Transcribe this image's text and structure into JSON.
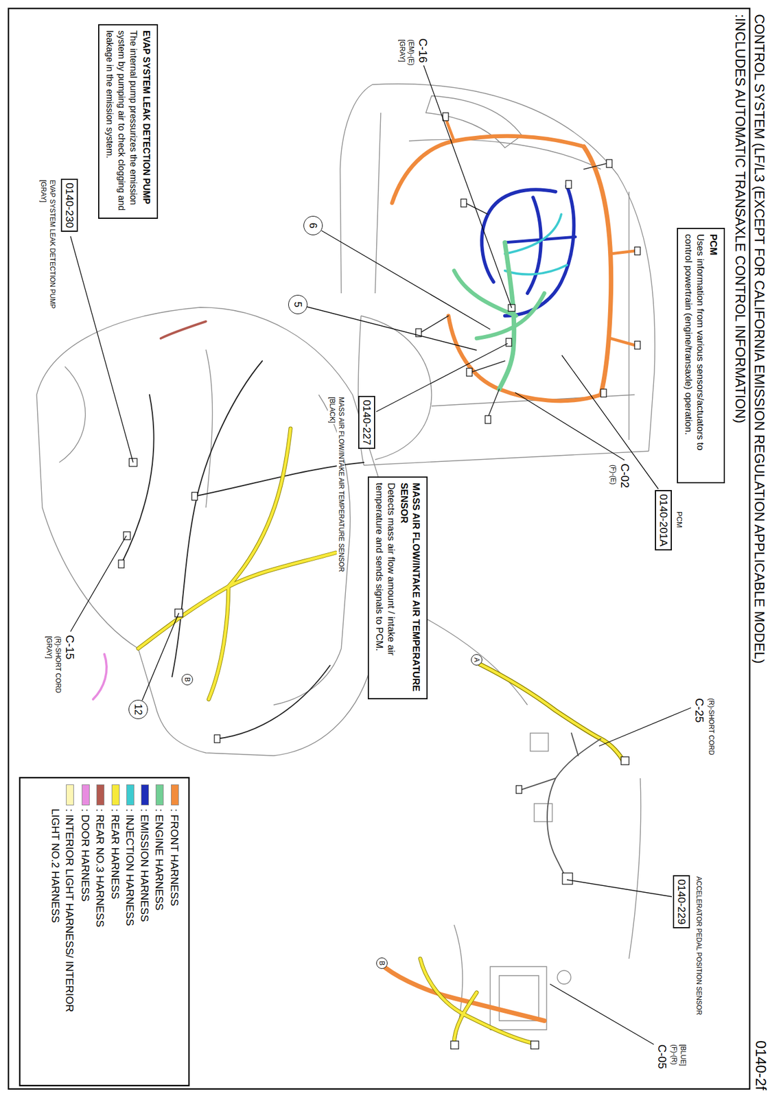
{
  "diagram": {
    "title": "CONTROL SYSTEM (LF/L3 (EXCEPT FOR CALIFORNIA EMISSION REGULATION APPLICABLE MODEL) :INCLUDES AUTOMATIC TRANSAXLE CONTROL INFORMATION)",
    "nodes": [
      {
        "text": [
          "PCM",
          "Uses information from various sensors/actuators to control powertrain (engine/transaxle) operation."
        ]
      },
      {
        "text": [
          "0140-201A"
        ]
      },
      {
        "text": [
          "MASS AIR FLOW/INTAKE AIR TEMPERATURE SENSOR",
          "Detects mass air flow amount / intake air temperature and sends signals to PCM."
        ]
      },
      {
        "text": [
          "0140-227"
        ]
      },
      {
        "text": [
          "6"
        ]
      },
      {
        "text": [
          "5"
        ]
      },
      {
        "text": [
          "EVAP SYSTEM LEAK DETECTION PUMP",
          "The internal pump pressurizes the emission system by pumping air to check clogging and leakage in the emission system."
        ]
      },
      {
        "text": [
          "0140-230"
        ]
      },
      {
        "text": [
          "12"
        ]
      },
      {
        "text": [
          "A"
        ]
      },
      {
        "text": [
          "0140-229"
        ]
      },
      {
        "text": [
          "B"
        ]
      },
      {
        "text": [
          "B"
        ]
      }
    ],
    "labels": [
      "PCM",
      "C-02",
      "(F)-(E)",
      "C-16",
      "(EM)-(E)",
      "[GRAY]",
      "MASS AIR FLOW/INTAKE AIR TEMPERATURE SENSOR",
      "[BLACK]",
      "EVAP SYSTEM LEAK DETECTION PUMP",
      "[GRAY]",
      "C-15",
      "(R)-SHORT CORD",
      "[GRAY]",
      "(R)-SHORT CORD",
      "C-25",
      "ACCELERATOR PEDAL POSITION SENSOR",
      "[BLUE]",
      "(F)-(R)",
      "C-05",
      "0140-2f"
    ],
    "legend": [
      {
        "text": ": FRONT HARNESS",
        "color": "#f28c3c"
      },
      {
        "text": ": ENGINE HARNESS",
        "color": "#72cf95"
      },
      {
        "text": ": EMISSION HARNESS",
        "color": "#1f2fb8"
      },
      {
        "text": ": INJECTION HARNESS",
        "color": "#3dcbd0"
      },
      {
        "text": ": REAR HARNESS",
        "color": "#f7e93a"
      },
      {
        "text": ": REAR NO.3 HARNESS",
        "color": "#b35a50"
      },
      {
        "text": ": DOOR HARNESS",
        "color": "#e88ce0"
      },
      {
        "text": ": INTERIOR LIGHT HARNESS/ INTERIOR LIGHT NO.2 HARNESS",
        "color": "#fdf6b5"
      }
    ]
  }
}
